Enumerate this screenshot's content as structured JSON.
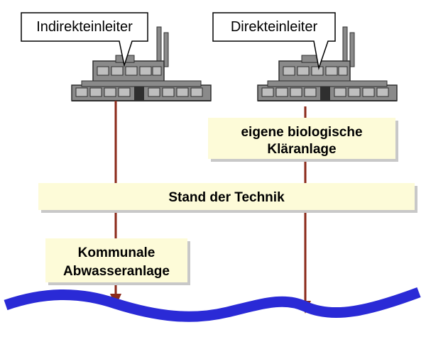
{
  "colors": {
    "river": "#2a2ad6",
    "arrow": "#8b2a1a",
    "box_fill": "#fdfbd8",
    "box_shadow": "#c8c8c8",
    "factory_wall": "#8a8a8a",
    "factory_dark": "#2f2f2f",
    "window_pane": "#bfbfbf"
  },
  "labels": {
    "indirect_discharger": "Indirekteinleiter",
    "direct_discharger": "Direkteinleiter",
    "own_treatment_line1": "eigene biologische",
    "own_treatment_line2": "Kläranlage",
    "state_of_the_art": "Stand der Technik",
    "municipal_line1": "Kommunale",
    "municipal_line2": "Abwasseranlage"
  },
  "icons": {
    "factory": "factory-icon",
    "river": "river-wave"
  }
}
